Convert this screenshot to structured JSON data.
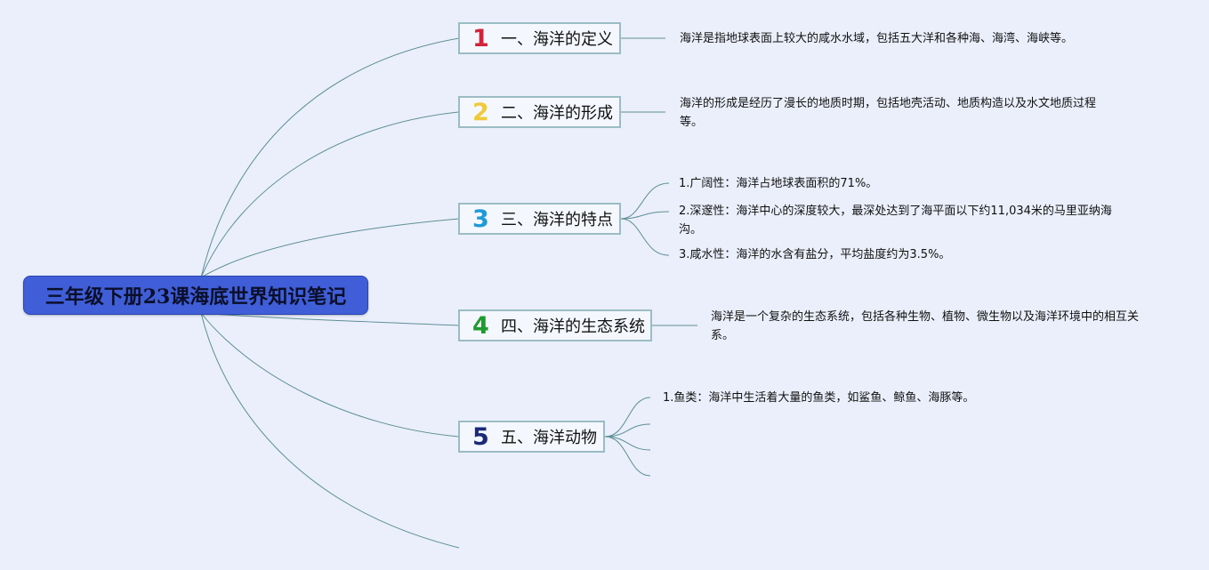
{
  "root": {
    "title": "三年级下册23课海底世界知识笔记"
  },
  "topics": [
    {
      "number": "1",
      "number_color": "#d0243a",
      "label": "一、海洋的定义",
      "notes": [
        "海洋是指地球表面上较大的咸水水域，包括五大洋和各种海、海湾、海峡等。"
      ]
    },
    {
      "number": "2",
      "number_color": "#f0c93a",
      "label": "二、海洋的形成",
      "notes": [
        "海洋的形成是经历了漫长的地质时期，包括地壳活动、地质构造以及水文地质过程等。"
      ]
    },
    {
      "number": "3",
      "number_color": "#1f9ad6",
      "label": "三、海洋的特点",
      "notes": [
        "1.广阔性：海洋占地球表面积的71%。",
        "2.深邃性：海洋中心的深度较大，最深处达到了海平面以下约11,034米的马里亚纳海沟。",
        "3.咸水性：海洋的水含有盐分，平均盐度约为3.5%。"
      ]
    },
    {
      "number": "4",
      "number_color": "#1f9a2e",
      "label": "四、海洋的生态系统",
      "notes": [
        "海洋是一个复杂的生态系统，包括各种生物、植物、微生物以及海洋环境中的相互关系。"
      ]
    },
    {
      "number": "5",
      "number_color": "#1a2a78",
      "label": "五、海洋动物",
      "notes": [
        "1.鱼类：海洋中生活着大量的鱼类，如鲨鱼、鲸鱼、海豚等。"
      ]
    }
  ],
  "colors": {
    "background": "#eaeffb",
    "root_fill": "#3f5ed8",
    "connector": "#5d8f95",
    "topic_border": "#9bbcc4"
  }
}
